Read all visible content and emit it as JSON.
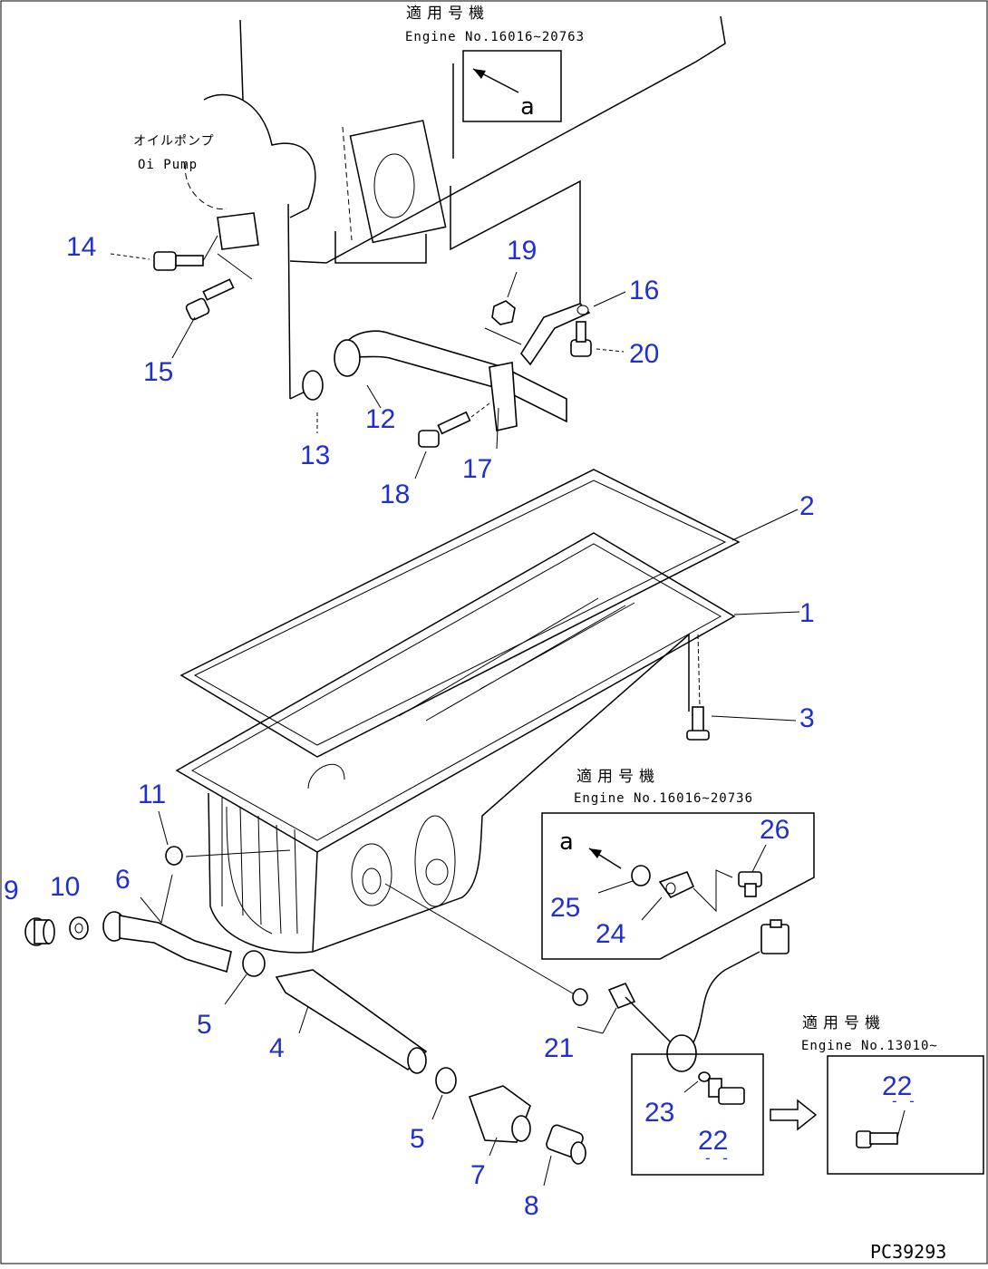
{
  "notes": {
    "top_jp": "適用号機",
    "top_engine": "Engine No.16016~20763",
    "pump_jp": "オイルポンプ",
    "pump_en": "Oi  Pump",
    "mid_jp": "適用号機",
    "mid_engine": "Engine No.16016~20736",
    "right_jp": "適用号機",
    "right_engine": "Engine No.13010~",
    "ref_a_top": "a",
    "ref_a_box": "a",
    "drawing_code": "PC39293"
  },
  "part_labels": [
    {
      "id": "1",
      "text": "1"
    },
    {
      "id": "2",
      "text": "2"
    },
    {
      "id": "3",
      "text": "3"
    },
    {
      "id": "4",
      "text": "4"
    },
    {
      "id": "5a",
      "text": "5"
    },
    {
      "id": "5b",
      "text": "5"
    },
    {
      "id": "6",
      "text": "6"
    },
    {
      "id": "7",
      "text": "7"
    },
    {
      "id": "8",
      "text": "8"
    },
    {
      "id": "9",
      "text": "9"
    },
    {
      "id": "10",
      "text": "10"
    },
    {
      "id": "11",
      "text": "11"
    },
    {
      "id": "12",
      "text": "12"
    },
    {
      "id": "13",
      "text": "13"
    },
    {
      "id": "14",
      "text": "14"
    },
    {
      "id": "15",
      "text": "15"
    },
    {
      "id": "16",
      "text": "16"
    },
    {
      "id": "17",
      "text": "17"
    },
    {
      "id": "18",
      "text": "18"
    },
    {
      "id": "19",
      "text": "19"
    },
    {
      "id": "20",
      "text": "20"
    },
    {
      "id": "21",
      "text": "21"
    },
    {
      "id": "22a",
      "text": "22"
    },
    {
      "id": "22b",
      "text": "22"
    },
    {
      "id": "23",
      "text": "23"
    },
    {
      "id": "24",
      "text": "24"
    },
    {
      "id": "25",
      "text": "25"
    },
    {
      "id": "26",
      "text": "26"
    }
  ],
  "colors": {
    "label": "#1f2fd0",
    "line": "#000000",
    "background": "#ffffff"
  }
}
